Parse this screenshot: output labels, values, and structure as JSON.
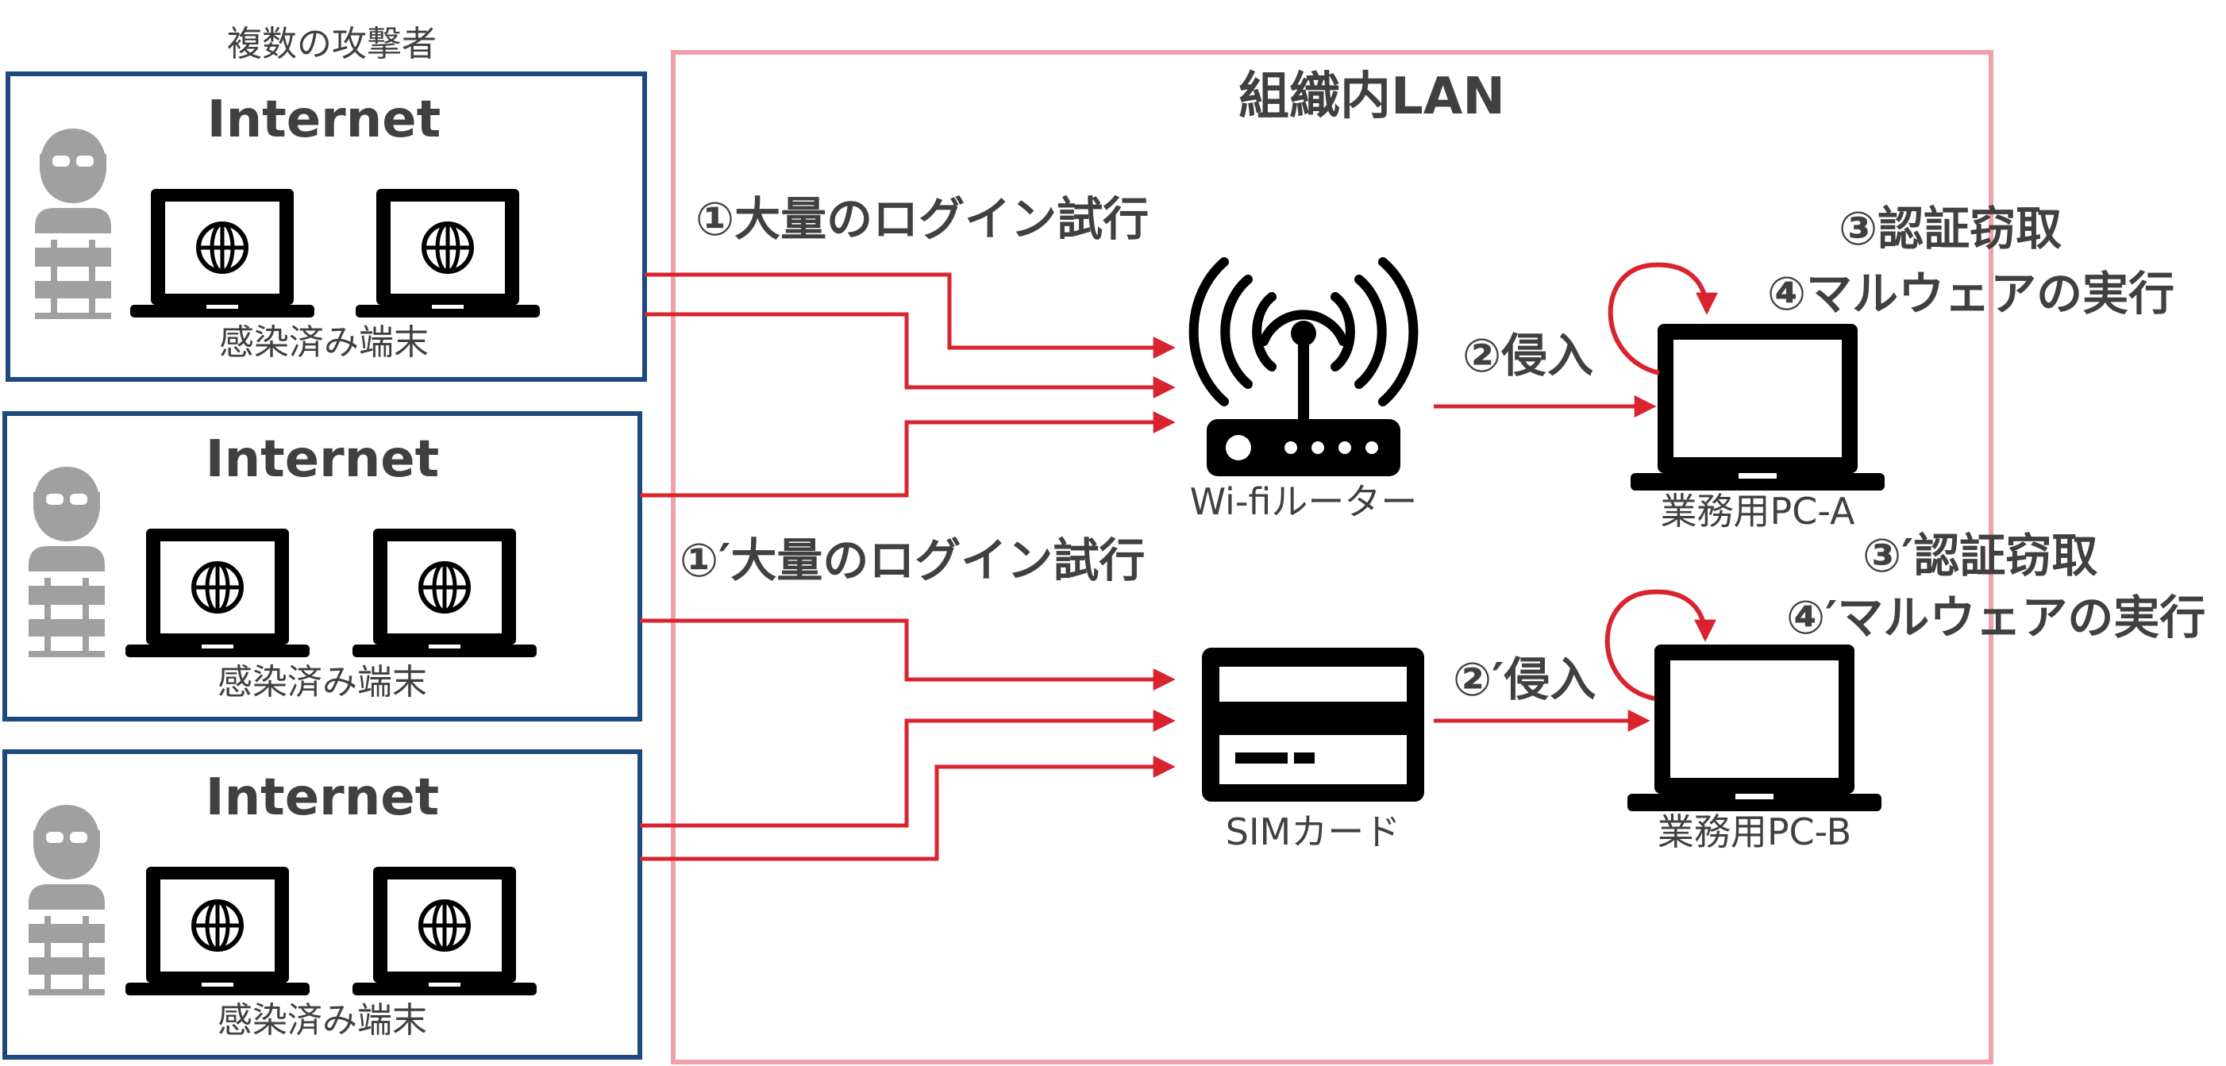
{
  "attackers_label": "複数の攻撃者",
  "lan_title": "組織内LAN",
  "groups": [
    {
      "internet_label": "Internet",
      "devices_label": "感染済み端末"
    },
    {
      "internet_label": "Internet",
      "devices_label": "感染済み端末"
    },
    {
      "internet_label": "Internet",
      "devices_label": "感染済み端末"
    }
  ],
  "steps": {
    "login_attempt_a": "①大量のログイン試行",
    "login_attempt_b": "①′大量のログイン試行",
    "intrusion_a": "②侵入",
    "intrusion_b": "②′侵入",
    "auth_theft_a": "③認証窃取",
    "malware_exec_a": "④マルウェアの実行",
    "auth_theft_b": "③′認証窃取",
    "malware_exec_b": "④′マルウェアの実行"
  },
  "devices": {
    "router_label": "Wi-fiルーター",
    "sim_label": "SIMカード",
    "pc_a_label": "業務用PC-A",
    "pc_b_label": "業務用PC-B"
  },
  "colors": {
    "internet_box_border": "#1c4a7e",
    "lan_border": "#f0a0a8",
    "arrow": "#d9232e",
    "text_dark": "#404040",
    "text_gray": "#555555",
    "attacker_gray": "#a0a0a0",
    "device_black": "#000000"
  },
  "icons": {
    "attacker": "masked-attacker-icon",
    "infected_pc": "laptop-globe-icon",
    "router": "wifi-router-icon",
    "sim": "sim-card-reader-icon",
    "work_pc": "laptop-icon",
    "cycle": "circular-arrow-icon"
  }
}
